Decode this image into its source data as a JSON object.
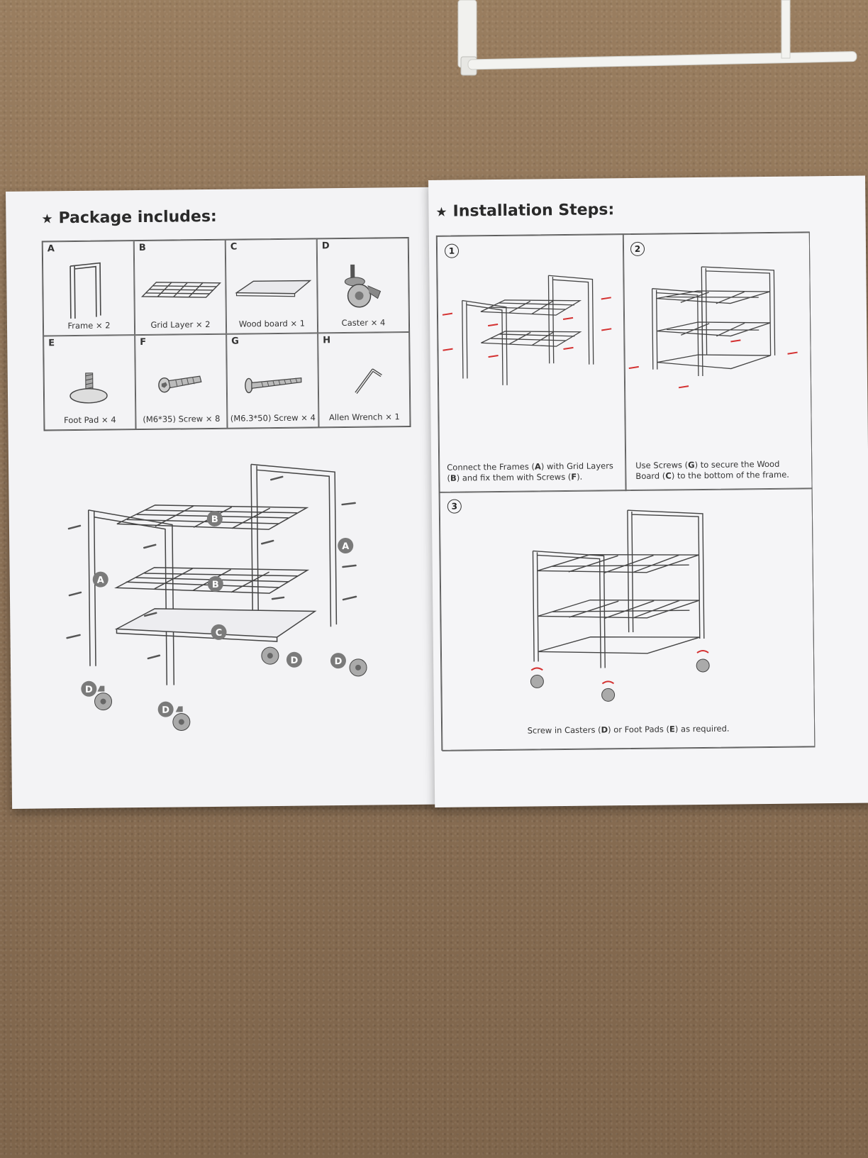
{
  "left_page": {
    "heading": "Package includes:",
    "parts": [
      {
        "letter": "A",
        "label": "Frame × 2",
        "icon": "frame-icon"
      },
      {
        "letter": "B",
        "label": "Grid Layer × 2",
        "icon": "grid-layer-icon"
      },
      {
        "letter": "C",
        "label": "Wood board × 1",
        "icon": "wood-board-icon"
      },
      {
        "letter": "D",
        "label": "Caster × 4",
        "icon": "caster-icon"
      },
      {
        "letter": "E",
        "label": "Foot Pad × 4",
        "icon": "foot-pad-icon"
      },
      {
        "letter": "F",
        "label": "(M6*35) Screw × 8",
        "icon": "screw-m6-icon"
      },
      {
        "letter": "G",
        "label": "(M6.3*50) Screw × 4",
        "icon": "screw-m63-icon"
      },
      {
        "letter": "H",
        "label": "Allen Wrench × 1",
        "icon": "allen-wrench-icon"
      }
    ],
    "diagram_labels": [
      "A",
      "B",
      "B",
      "A",
      "C",
      "D",
      "D",
      "D",
      "D"
    ]
  },
  "right_page": {
    "heading": "Installation Steps:",
    "steps": [
      {
        "number": "1",
        "text_parts": [
          "Connect the Frames (",
          "A",
          ") with Grid Layers (",
          "B",
          ") and fix them with Screws (",
          "F",
          ")."
        ]
      },
      {
        "number": "2",
        "text_parts": [
          "Use Screws (",
          "G",
          ") to secure the Wood Board (",
          "C",
          ") to the bottom of the frame."
        ]
      },
      {
        "number": "3",
        "text_parts": [
          "Screw in Casters (",
          "D",
          ") or Foot Pads (",
          "E",
          ") as required."
        ]
      }
    ]
  },
  "colors": {
    "paper": "#f3f3f5",
    "ink": "#333333",
    "arrow": "#d43030",
    "badge": "#7a7a7a",
    "carpet": "#8d7257"
  }
}
